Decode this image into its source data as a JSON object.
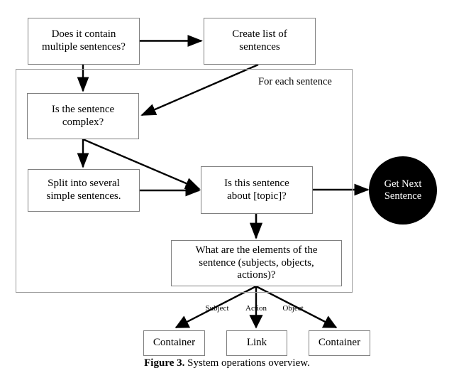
{
  "figure": {
    "caption_label": "Figure 3.",
    "caption_text": "System operations overview."
  },
  "diagram": {
    "type": "flowchart",
    "title": "System operations overview",
    "group": {
      "label": "For each sentence"
    },
    "nodes": [
      {
        "id": "does-it-contain",
        "label": "Does it contain\nmultiple sentences?",
        "shape": "rect"
      },
      {
        "id": "create-list",
        "label": "Create list of\nsentences",
        "shape": "rect"
      },
      {
        "id": "is-complex",
        "label": "Is the sentence\ncomplex?",
        "shape": "rect"
      },
      {
        "id": "split-sentences",
        "label": "Split into several\nsimple sentences.",
        "shape": "rect"
      },
      {
        "id": "is-about-topic",
        "label": "Is this sentence\nabout [topic]?",
        "shape": "rect"
      },
      {
        "id": "elements-of-sentence",
        "label": "What are the elements of the\nsentence (subjects, objects,\nactions)?",
        "shape": "rect"
      },
      {
        "id": "get-next-sentence",
        "label": "Get Next\nSentence",
        "shape": "circle"
      },
      {
        "id": "container-subject",
        "label": "Container",
        "shape": "rect"
      },
      {
        "id": "link-action",
        "label": "Link",
        "shape": "rect"
      },
      {
        "id": "container-object",
        "label": "Container",
        "shape": "rect"
      }
    ],
    "edge_labels": [
      {
        "id": "subject",
        "label": "Subject"
      },
      {
        "id": "action",
        "label": "Action"
      },
      {
        "id": "object",
        "label": "Object"
      }
    ],
    "edges": [
      {
        "from": "does-it-contain",
        "to": "create-list",
        "label": ""
      },
      {
        "from": "does-it-contain",
        "to": "is-complex",
        "label": ""
      },
      {
        "from": "create-list",
        "to": "is-complex",
        "label": ""
      },
      {
        "from": "is-complex",
        "to": "split-sentences",
        "label": ""
      },
      {
        "from": "is-complex",
        "to": "is-about-topic",
        "label": ""
      },
      {
        "from": "split-sentences",
        "to": "is-about-topic",
        "label": ""
      },
      {
        "from": "is-about-topic",
        "to": "get-next-sentence",
        "label": ""
      },
      {
        "from": "is-about-topic",
        "to": "elements-of-sentence",
        "label": ""
      },
      {
        "from": "elements-of-sentence",
        "to": "container-subject",
        "label": "Subject"
      },
      {
        "from": "elements-of-sentence",
        "to": "link-action",
        "label": "Action"
      },
      {
        "from": "elements-of-sentence",
        "to": "container-object",
        "label": "Object"
      }
    ],
    "colors": {
      "box_border": "#808080",
      "group_border": "#9a9a9a",
      "terminal_fill": "#000000",
      "terminal_text": "#ffffff",
      "arrow": "#000000",
      "background": "#ffffff"
    }
  }
}
